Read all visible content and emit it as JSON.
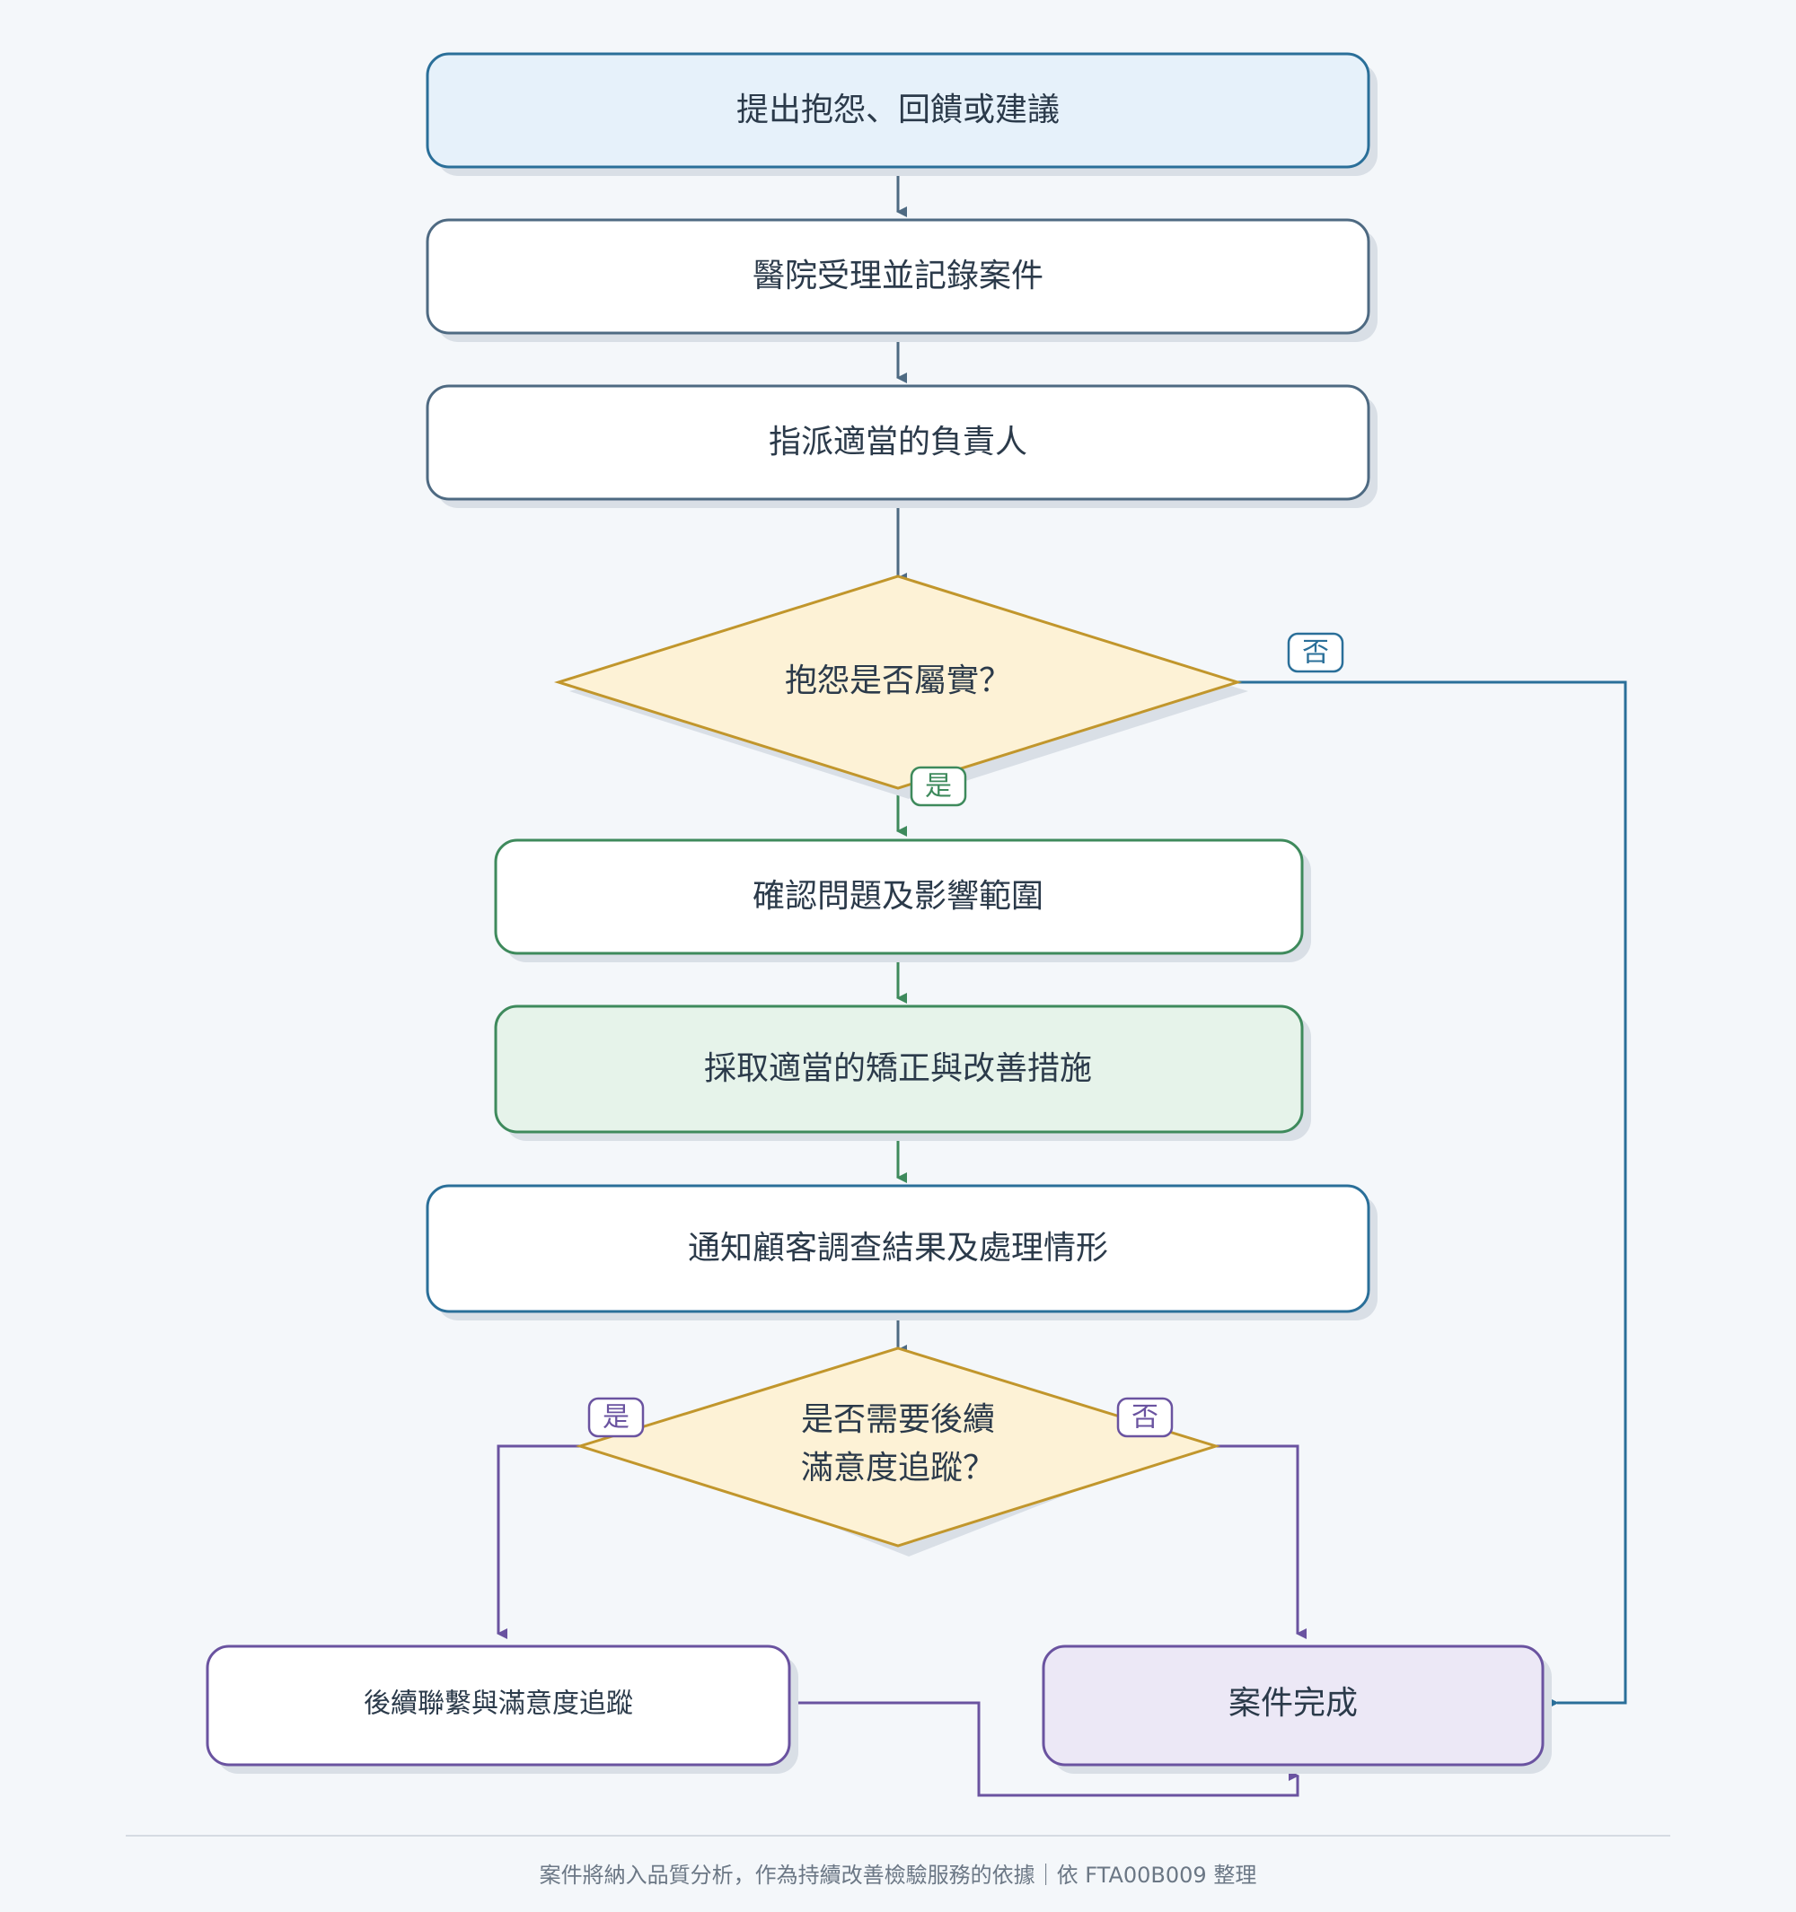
{
  "colors": {
    "background": "#f4f7fa",
    "text": "#2b3a4a",
    "start_fill": "#e6f1fa",
    "slate_stroke": "#4e6a82",
    "blue_stroke": "#2a6f99",
    "green_stroke": "#3e8a5c",
    "green_fill": "#e6f3ea",
    "decision_fill": "#fdf2d6",
    "decision_stroke": "#c1962c",
    "purple_stroke": "#6a53a0",
    "purple_fill": "#ece8f6",
    "shadow": "#d9dfe6"
  },
  "nodes": {
    "submit": "提出抱怨、回饋或建議",
    "register": "醫院受理並記錄案件",
    "assign": "指派適當的負責人",
    "decision_valid": "抱怨是否屬實？",
    "confirm": "確認問題及影響範圍",
    "corrective": "採取適當的矯正與改善措施",
    "notify": "通知顧客調查結果及處理情形",
    "decision_followup_line1": "是否需要後續",
    "decision_followup_line2": "滿意度追蹤？",
    "followup": "後續聯繫與滿意度追蹤",
    "complete": "案件完成"
  },
  "edges": {
    "valid_yes": "是",
    "valid_no": "否",
    "followup_yes": "是",
    "followup_no": "否"
  },
  "footer": "案件將納入品質分析，作為持續改善檢驗服務的依據｜依 FTA00B009 整理"
}
